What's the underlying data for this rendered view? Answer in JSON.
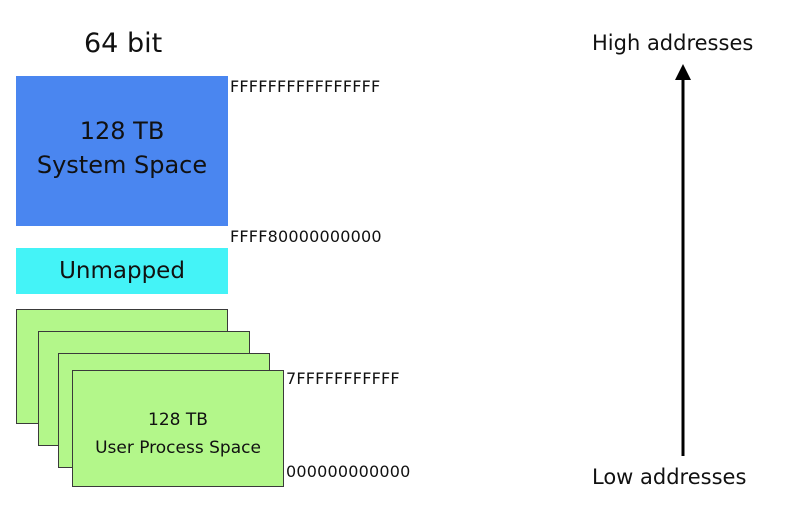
{
  "title": "64 bit",
  "regions": {
    "system": {
      "line1": "128 TB",
      "line2": "System Space",
      "color": "#4a86f0"
    },
    "unmapped": {
      "label": "Unmapped",
      "color": "#44f3f7"
    },
    "user": {
      "line1": "128 TB",
      "line2": "User Process Space",
      "color": "#b3f78a"
    }
  },
  "addresses": {
    "top": "FFFFFFFFFFFFFFFF",
    "system_start": "FFFF80000000000",
    "user_top": "7FFFFFFFFFFF",
    "bottom": "000000000000"
  },
  "arrow": {
    "high_label": "High addresses",
    "low_label": "Low addresses"
  }
}
